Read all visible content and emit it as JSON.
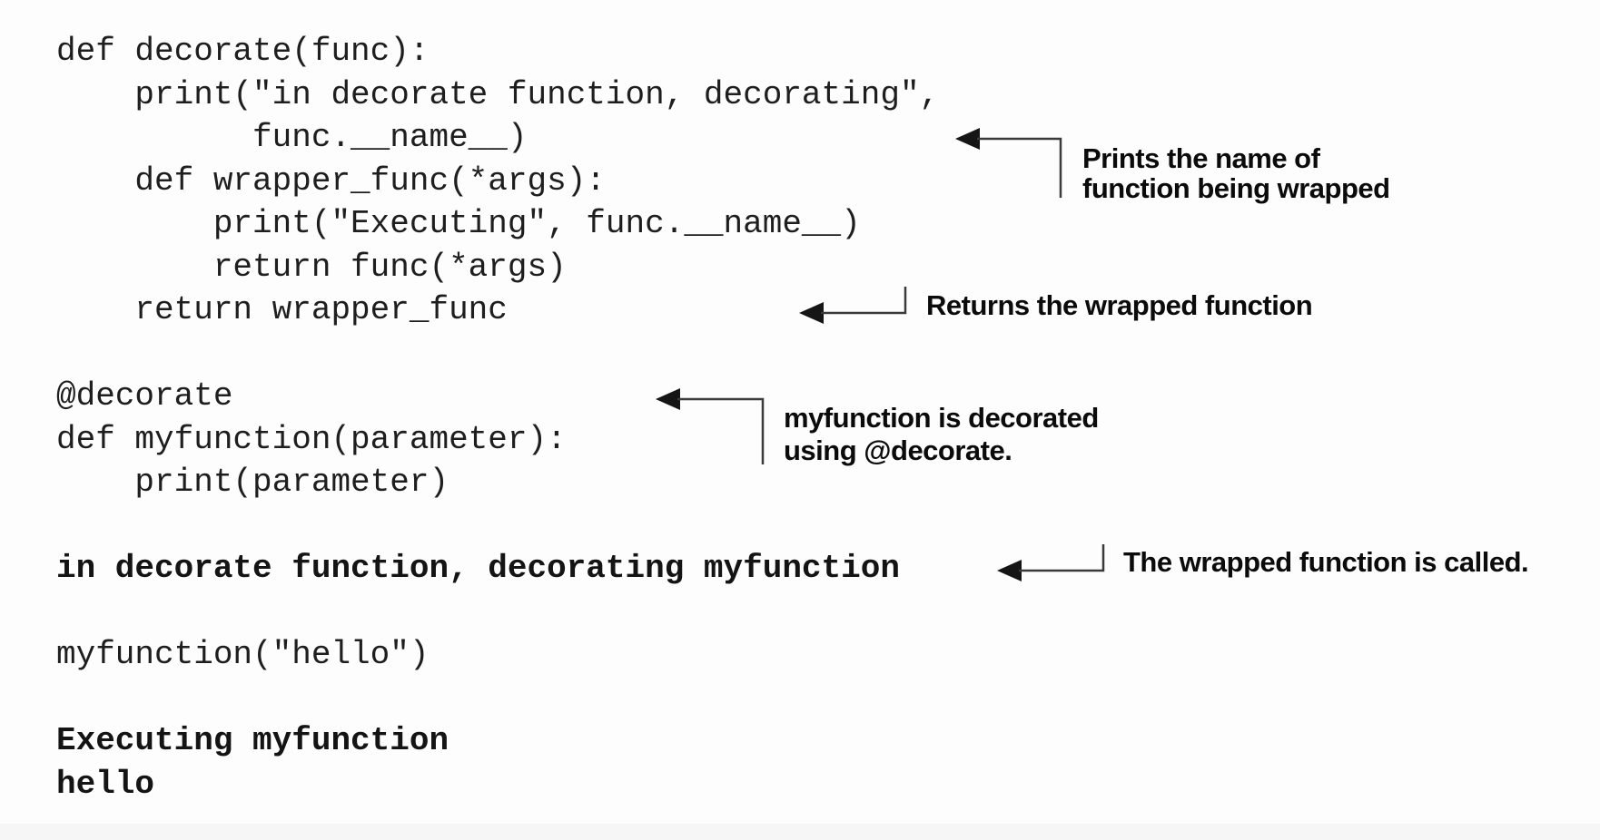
{
  "page": {
    "background": "#fdfdfd",
    "footer_strip_color": "#f6f6f6",
    "code_color": "#1e1e1e",
    "annotation_color": "#0b0b0b",
    "arrow_color": "#3a3a3a"
  },
  "code": {
    "language": "python",
    "lines": [
      {
        "text": "def decorate(func):",
        "bold": false
      },
      {
        "text": "    print(\"in decorate function, decorating\",",
        "bold": false
      },
      {
        "text": "          func.__name__)",
        "bold": false
      },
      {
        "text": "    def wrapper_func(*args):",
        "bold": false
      },
      {
        "text": "        print(\"Executing\", func.__name__)",
        "bold": false
      },
      {
        "text": "        return func(*args)",
        "bold": false
      },
      {
        "text": "    return wrapper_func",
        "bold": false
      },
      {
        "text": "",
        "bold": false
      },
      {
        "text": "@decorate",
        "bold": false
      },
      {
        "text": "def myfunction(parameter):",
        "bold": false
      },
      {
        "text": "    print(parameter)",
        "bold": false
      },
      {
        "text": "",
        "bold": false
      },
      {
        "text": "in decorate function, decorating myfunction",
        "bold": true
      },
      {
        "text": "",
        "bold": false
      },
      {
        "text": "myfunction(\"hello\")",
        "bold": false
      },
      {
        "text": "",
        "bold": false
      },
      {
        "text": "Executing myfunction",
        "bold": true
      },
      {
        "text": "hello",
        "bold": true
      }
    ]
  },
  "annotations": [
    {
      "id": "prints-name",
      "lines": [
        "Prints the name of",
        "function being wrapped"
      ]
    },
    {
      "id": "returns-wrapped",
      "lines": [
        "Returns the wrapped function"
      ]
    },
    {
      "id": "decorated",
      "lines": [
        "myfunction is decorated",
        "using @decorate."
      ]
    },
    {
      "id": "wrapped-called",
      "lines": [
        "The wrapped function is called."
      ]
    }
  ]
}
